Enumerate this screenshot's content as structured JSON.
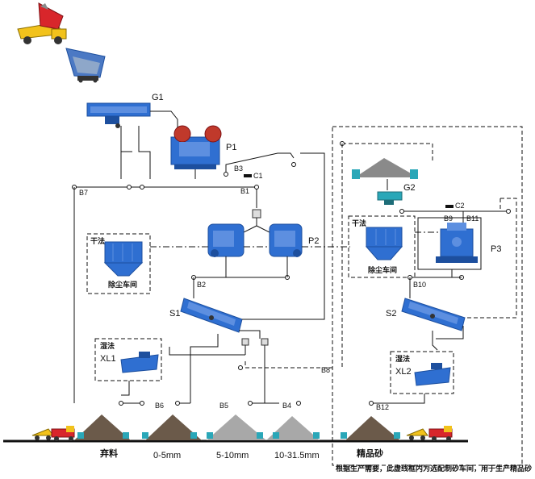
{
  "equipment_labels": {
    "feeder": "G1",
    "jaw_crusher": "P1",
    "impact_crusher": "P2",
    "sand_maker": "P3",
    "screen_1": "S1",
    "screen_2": "S2",
    "feeder_2": "G2",
    "washer_1": "XL1",
    "washer_2": "XL2"
  },
  "conveyor_labels": {
    "b1": "B1",
    "b2": "B2",
    "b3": "B3",
    "b4": "B4",
    "b5": "B5",
    "b6": "B6",
    "b7": "B7",
    "b8": "B8",
    "b9": "B9",
    "b10": "B10",
    "b11": "B11",
    "b12": "B12"
  },
  "magnet_labels": {
    "c1": "C1",
    "c2": "C2"
  },
  "dust_box_1": {
    "method": "干法",
    "name": "除尘车间"
  },
  "dust_box_2": {
    "method": "干法",
    "name": "除尘车间"
  },
  "wash_box_1": {
    "method": "湿法"
  },
  "wash_box_2": {
    "method": "湿法"
  },
  "products": {
    "waste": "弃料",
    "p1": "0-5mm",
    "p2": "5-10mm",
    "p3": "10-31.5mm",
    "fine_sand": "精品砂"
  },
  "footnote": "根据生产需要，此虚线框内为选配制砂车间，用于生产精品砂",
  "colors": {
    "machine_blue": "#2f6fd1",
    "machine_dark": "#1d4f9e",
    "truck_yellow": "#f2c21b",
    "truck_red": "#d8262b",
    "stockpile": "#7a6a5a",
    "conveyor_teal": "#2aa7b8"
  }
}
